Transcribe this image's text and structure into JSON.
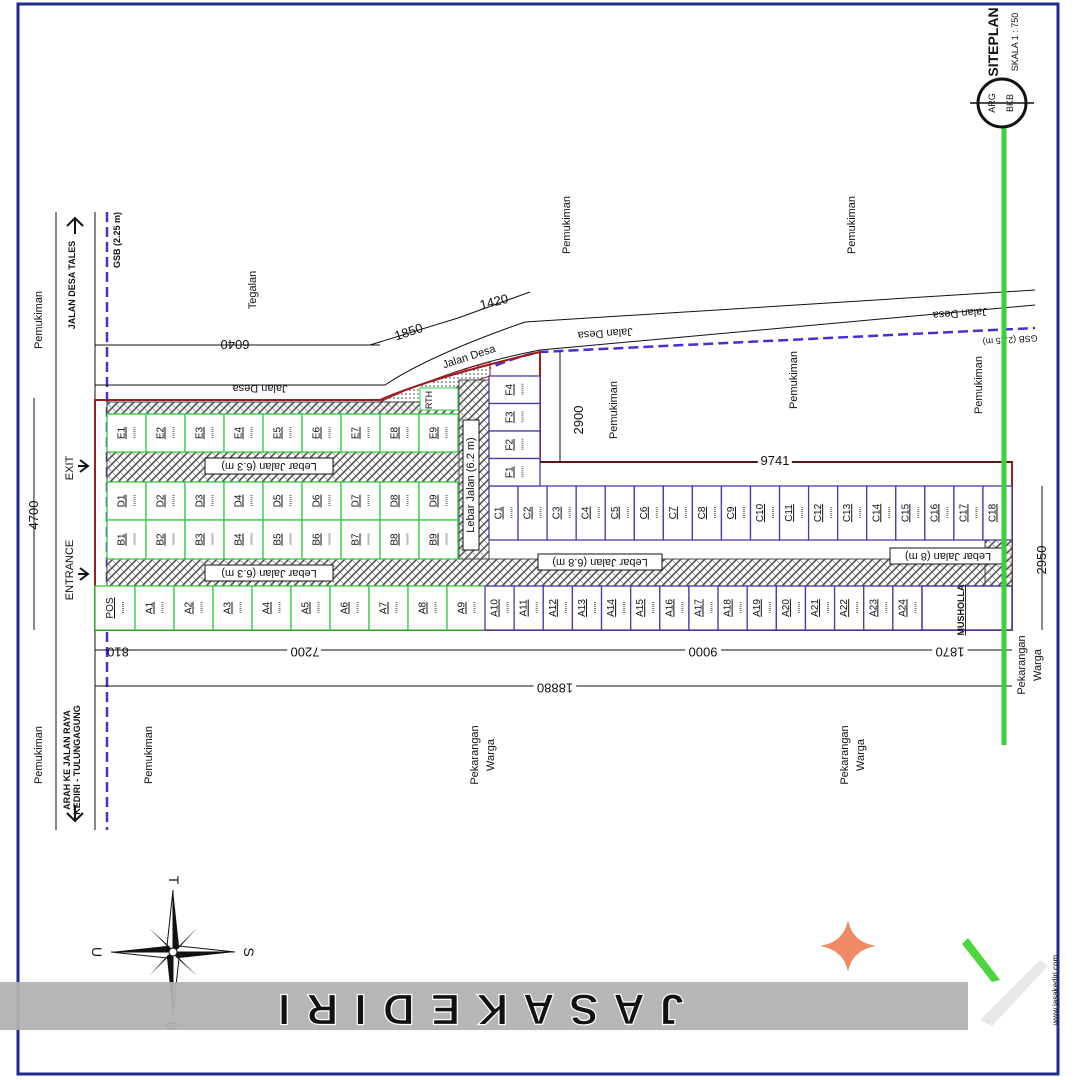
{
  "colors": {
    "frame": "#1f2d8f",
    "lot_green": "#2ecc40",
    "lot_purple": "#4b3ba8",
    "gsb": "#4a2fd0",
    "road_hatch": "#555555",
    "boundary": "#9b1d1d",
    "axis_green": "#3cd03c",
    "watermark_band": "#b2b2b2",
    "watermark_text": "#8ee86a",
    "star": "#f08a66"
  },
  "title": {
    "name": "SITEPLAN",
    "scale": "SKALA 1 : 750",
    "tag1": "ARG",
    "tag2": "BKB"
  },
  "left_margin": {
    "top": "Pemukiman",
    "bottom": "Pemukiman",
    "road_name": "JALAN DESA TALES",
    "road_arrow_text": "ARAH KE JALAN RAYA\nKEDIRI - TULUNGAGUNG",
    "road_arrow_line1": "ARAH KE JALAN RAYA",
    "road_arrow_line2": "KEDIRI - TULUNGAGUNG",
    "gsb_label": "GSB (2.25 m)",
    "exit": "EXIT",
    "entrance": "ENTRANCE"
  },
  "areas": {
    "tegalan": "Tegalan",
    "pemukiman_left_bottom": "Pemukiman",
    "pemukiman_top_1": "Pemukiman",
    "pemukiman_top_2": "Pemukiman",
    "pemukiman_mid_1": "Pemukiman",
    "pemukiman_mid_2": "Pemukiman",
    "pemukiman_mid_3": "Pemukiman",
    "pekarangan_1": "Pekarangan\nWarga",
    "pekarangan_2": "Pekarangan\nWarga",
    "pekarangan_3": "Pekarangan\nWarga",
    "pek1_l1": "Pekarangan",
    "pek1_l2": "Warga",
    "pek2_l1": "Pekarangan",
    "pek2_l2": "Warga",
    "pek3_l1": "Pekarangan",
    "pek3_l2": "Warga"
  },
  "roads": {
    "jalan_desa_1": "Jalan Desa",
    "jalan_desa_2": "Jalan Desa",
    "jalan_desa_3": "Jalan Desa",
    "jalan_desa_4": "Jalan Desa",
    "lebar_top": "Lebar Jalan (6.3 m)",
    "lebar_bottom": "Lebar Jalan (6.3 m)",
    "lebar_mid": "Lebar Jalan (6.8 m)",
    "lebar_right": "Lebar Jalan (8 m)",
    "lebar_vertical": "Lebar Jalan (6.2 m)",
    "gsb_right": "GSB (2.25 m)"
  },
  "dimensions": {
    "d6040": "6040",
    "d1850": "1850",
    "d1420": "1420",
    "d2900": "2900",
    "d9741": "9741",
    "d4700": "4700",
    "d2950": "2950",
    "d810": "810",
    "d7200": "7200",
    "d9000": "9000",
    "d1870": "1870",
    "d18880": "18880"
  },
  "lots": {
    "E_row": [
      "E1",
      "E2",
      "E3",
      "E4",
      "E5",
      "E6",
      "E7",
      "E8",
      "E9"
    ],
    "D_row": [
      "D1",
      "D2",
      "D3",
      "D4",
      "D5",
      "D6",
      "D7",
      "D8",
      "D9"
    ],
    "B_row": [
      "B1",
      "B2",
      "B3",
      "B4",
      "B5",
      "B6",
      "B7",
      "B8",
      "B9"
    ],
    "A_left": [
      "POS",
      "A1",
      "A2",
      "A3",
      "A4",
      "A5",
      "A6",
      "A7",
      "A8",
      "A9"
    ],
    "A_right": [
      "A10",
      "A11",
      "A12",
      "A13",
      "A14",
      "A15",
      "A16",
      "A17",
      "A18",
      "A19",
      "A20",
      "A21",
      "A22",
      "A23",
      "A24"
    ],
    "C_row": [
      "C1",
      "C2",
      "C3",
      "C4",
      "C5",
      "C6",
      "C7",
      "C8",
      "C9",
      "C10",
      "C11",
      "C12",
      "C13",
      "C14",
      "C15",
      "C16",
      "C17",
      "C18"
    ],
    "F_col": [
      "F1",
      "F2",
      "F3",
      "F4"
    ],
    "mushola": "MUSHOLLA",
    "small_tag": "RTH"
  },
  "compass": {
    "north": "T",
    "south": "B",
    "west": "U",
    "east": "S"
  },
  "watermark": {
    "text": "J A S A   K E D I R I",
    "side_text": "www.jasakediri.com"
  }
}
